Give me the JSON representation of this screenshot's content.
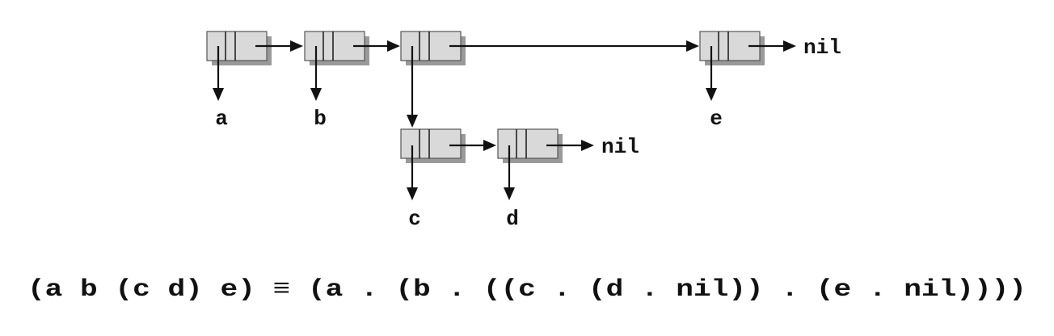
{
  "cells": [
    {
      "id": "c1",
      "car": "a",
      "cdr": "c2"
    },
    {
      "id": "c2",
      "car": "b",
      "cdr": "c3"
    },
    {
      "id": "c3",
      "car": "c4",
      "cdr": "c6"
    },
    {
      "id": "c4",
      "car": "c",
      "cdr": "c5"
    },
    {
      "id": "c5",
      "car": "d",
      "cdr": "nil"
    },
    {
      "id": "c6",
      "car": "e",
      "cdr": "nil"
    }
  ],
  "labels": {
    "a": "a",
    "b": "b",
    "c": "c",
    "d": "d",
    "e": "e",
    "nil_top": "nil",
    "nil_middle": "nil"
  },
  "caption": "(a b (c d) e) ≡ (a . (b . ((c . (d . nil)) . (e . nil))))"
}
